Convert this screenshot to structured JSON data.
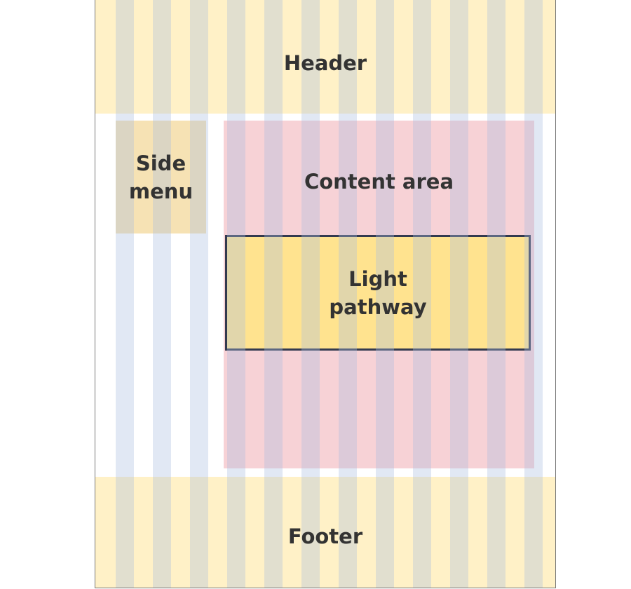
{
  "diagram": {
    "header": {
      "label": "Header"
    },
    "side_menu": {
      "label": "Side\nmenu"
    },
    "content_area": {
      "label": "Content area"
    },
    "light_pathway": {
      "label": "Light\npathway"
    },
    "footer": {
      "label": "Footer"
    }
  },
  "colors": {
    "header_footer": "#fff1c7",
    "side_menu": "#f6e2b4",
    "content_area": "#f7d2d6",
    "light_pathway": "#ffe38f",
    "light_pathway_border": "#333a4f",
    "grid_column": "#a8bde0",
    "frame_border": "#777777",
    "text": "#333333"
  },
  "grid": {
    "columns": 12
  }
}
